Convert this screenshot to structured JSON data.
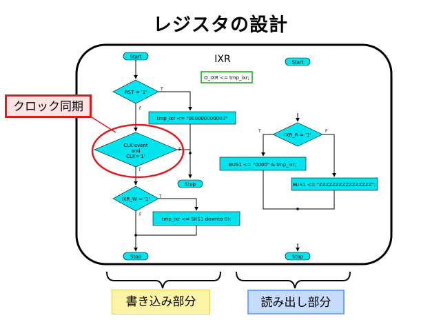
{
  "slide": {
    "title": "レジスタの設計"
  },
  "diagram": {
    "block_title": "IXR",
    "write_flow": {
      "start": "Start",
      "reset_decision": "RST = '1'",
      "reset_true_label": "T",
      "reset_false_label": "F",
      "reset_assign": "tmp_ixr <= \"000000000000\"",
      "clock_decision_line1": "CLK'event",
      "clock_decision_line2": "and",
      "clock_decision_line3": "CLK='1'",
      "clock_true_label": "T",
      "clock_false_label": "F",
      "write_decision": "IXR_W = '1'",
      "write_true_label": "T",
      "write_false_label": "F",
      "write_assign": "tmp_ixr <= SI(11 downto 0);",
      "mid_stop": "Stop",
      "stop": "Stop"
    },
    "read_flow": {
      "output_assign": "O_IXR <= tmp_ixr;",
      "start": "Start",
      "read_decision": "IXR_R = '1'",
      "true_label": "T",
      "false_label": "F",
      "bus_assign": "BUS1 <= \"0000\" & tmp_ixr;",
      "bus_z_assign": "BUS1 <= \"ZZZZZZZZZZZZZZZZ\";",
      "stop": "Stop"
    }
  },
  "callouts": {
    "clock_sync": "クロック同期",
    "write_part": "書き込み部分",
    "read_part": "読み出し部分"
  },
  "colors": {
    "flow_fill": "#00e5ee",
    "ellipse": "#e01b1b",
    "output_box_border": "#00b000",
    "write_label_bg": "#fff3a6",
    "read_label_bg": "#c6dcff"
  }
}
